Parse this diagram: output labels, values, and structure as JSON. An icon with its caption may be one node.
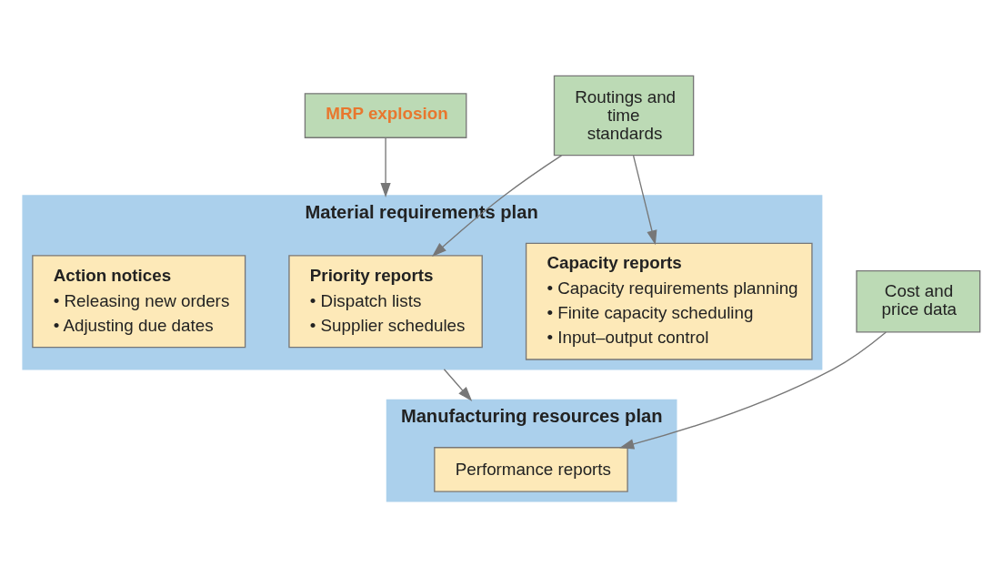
{
  "diagram": {
    "nodes": [
      {
        "text": [
          "MRP explosion"
        ]
      },
      {
        "text": [
          "Material requirements plan"
        ]
      },
      {
        "text": [
          "Action notices",
          "• Releasing new orders",
          "• Adjusting due dates"
        ],
        "in": 1
      },
      {
        "text": [
          "Priority reports",
          "• Dispatch lists",
          "• Supplier schedules"
        ],
        "in": 1
      },
      {
        "text": [
          "Capacity reports",
          "• Capacity requirements planning",
          "• Finite capacity scheduling",
          "• Input–output control"
        ],
        "in": 1
      },
      {
        "text": [
          "Routings and time standards"
        ]
      },
      {
        "text": [
          "Manufacturing resources plan"
        ]
      },
      {
        "text": [
          "Performance reports"
        ],
        "in": 6
      },
      {
        "text": [
          "Cost and price data"
        ]
      }
    ],
    "edges": [
      {
        "from": 0,
        "to": 1,
        "arrow": "to"
      },
      {
        "from": 5,
        "to": 3,
        "arrow": "to"
      },
      {
        "from": 5,
        "to": 4,
        "arrow": "to"
      },
      {
        "from": 1,
        "to": 6,
        "arrow": "to"
      },
      {
        "from": 8,
        "to": 7,
        "arrow": "to"
      }
    ]
  }
}
